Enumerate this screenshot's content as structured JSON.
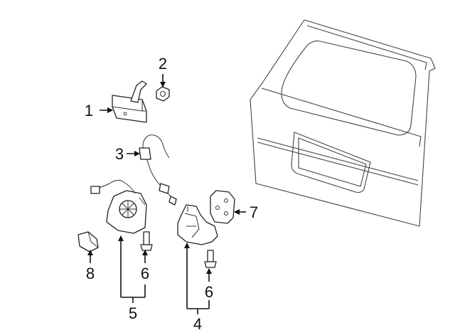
{
  "callouts": {
    "c1": "1",
    "c2": "2",
    "c3": "3",
    "c4": "4",
    "c5": "5",
    "c6a": "6",
    "c6b": "6",
    "c7": "7",
    "c8": "8"
  }
}
